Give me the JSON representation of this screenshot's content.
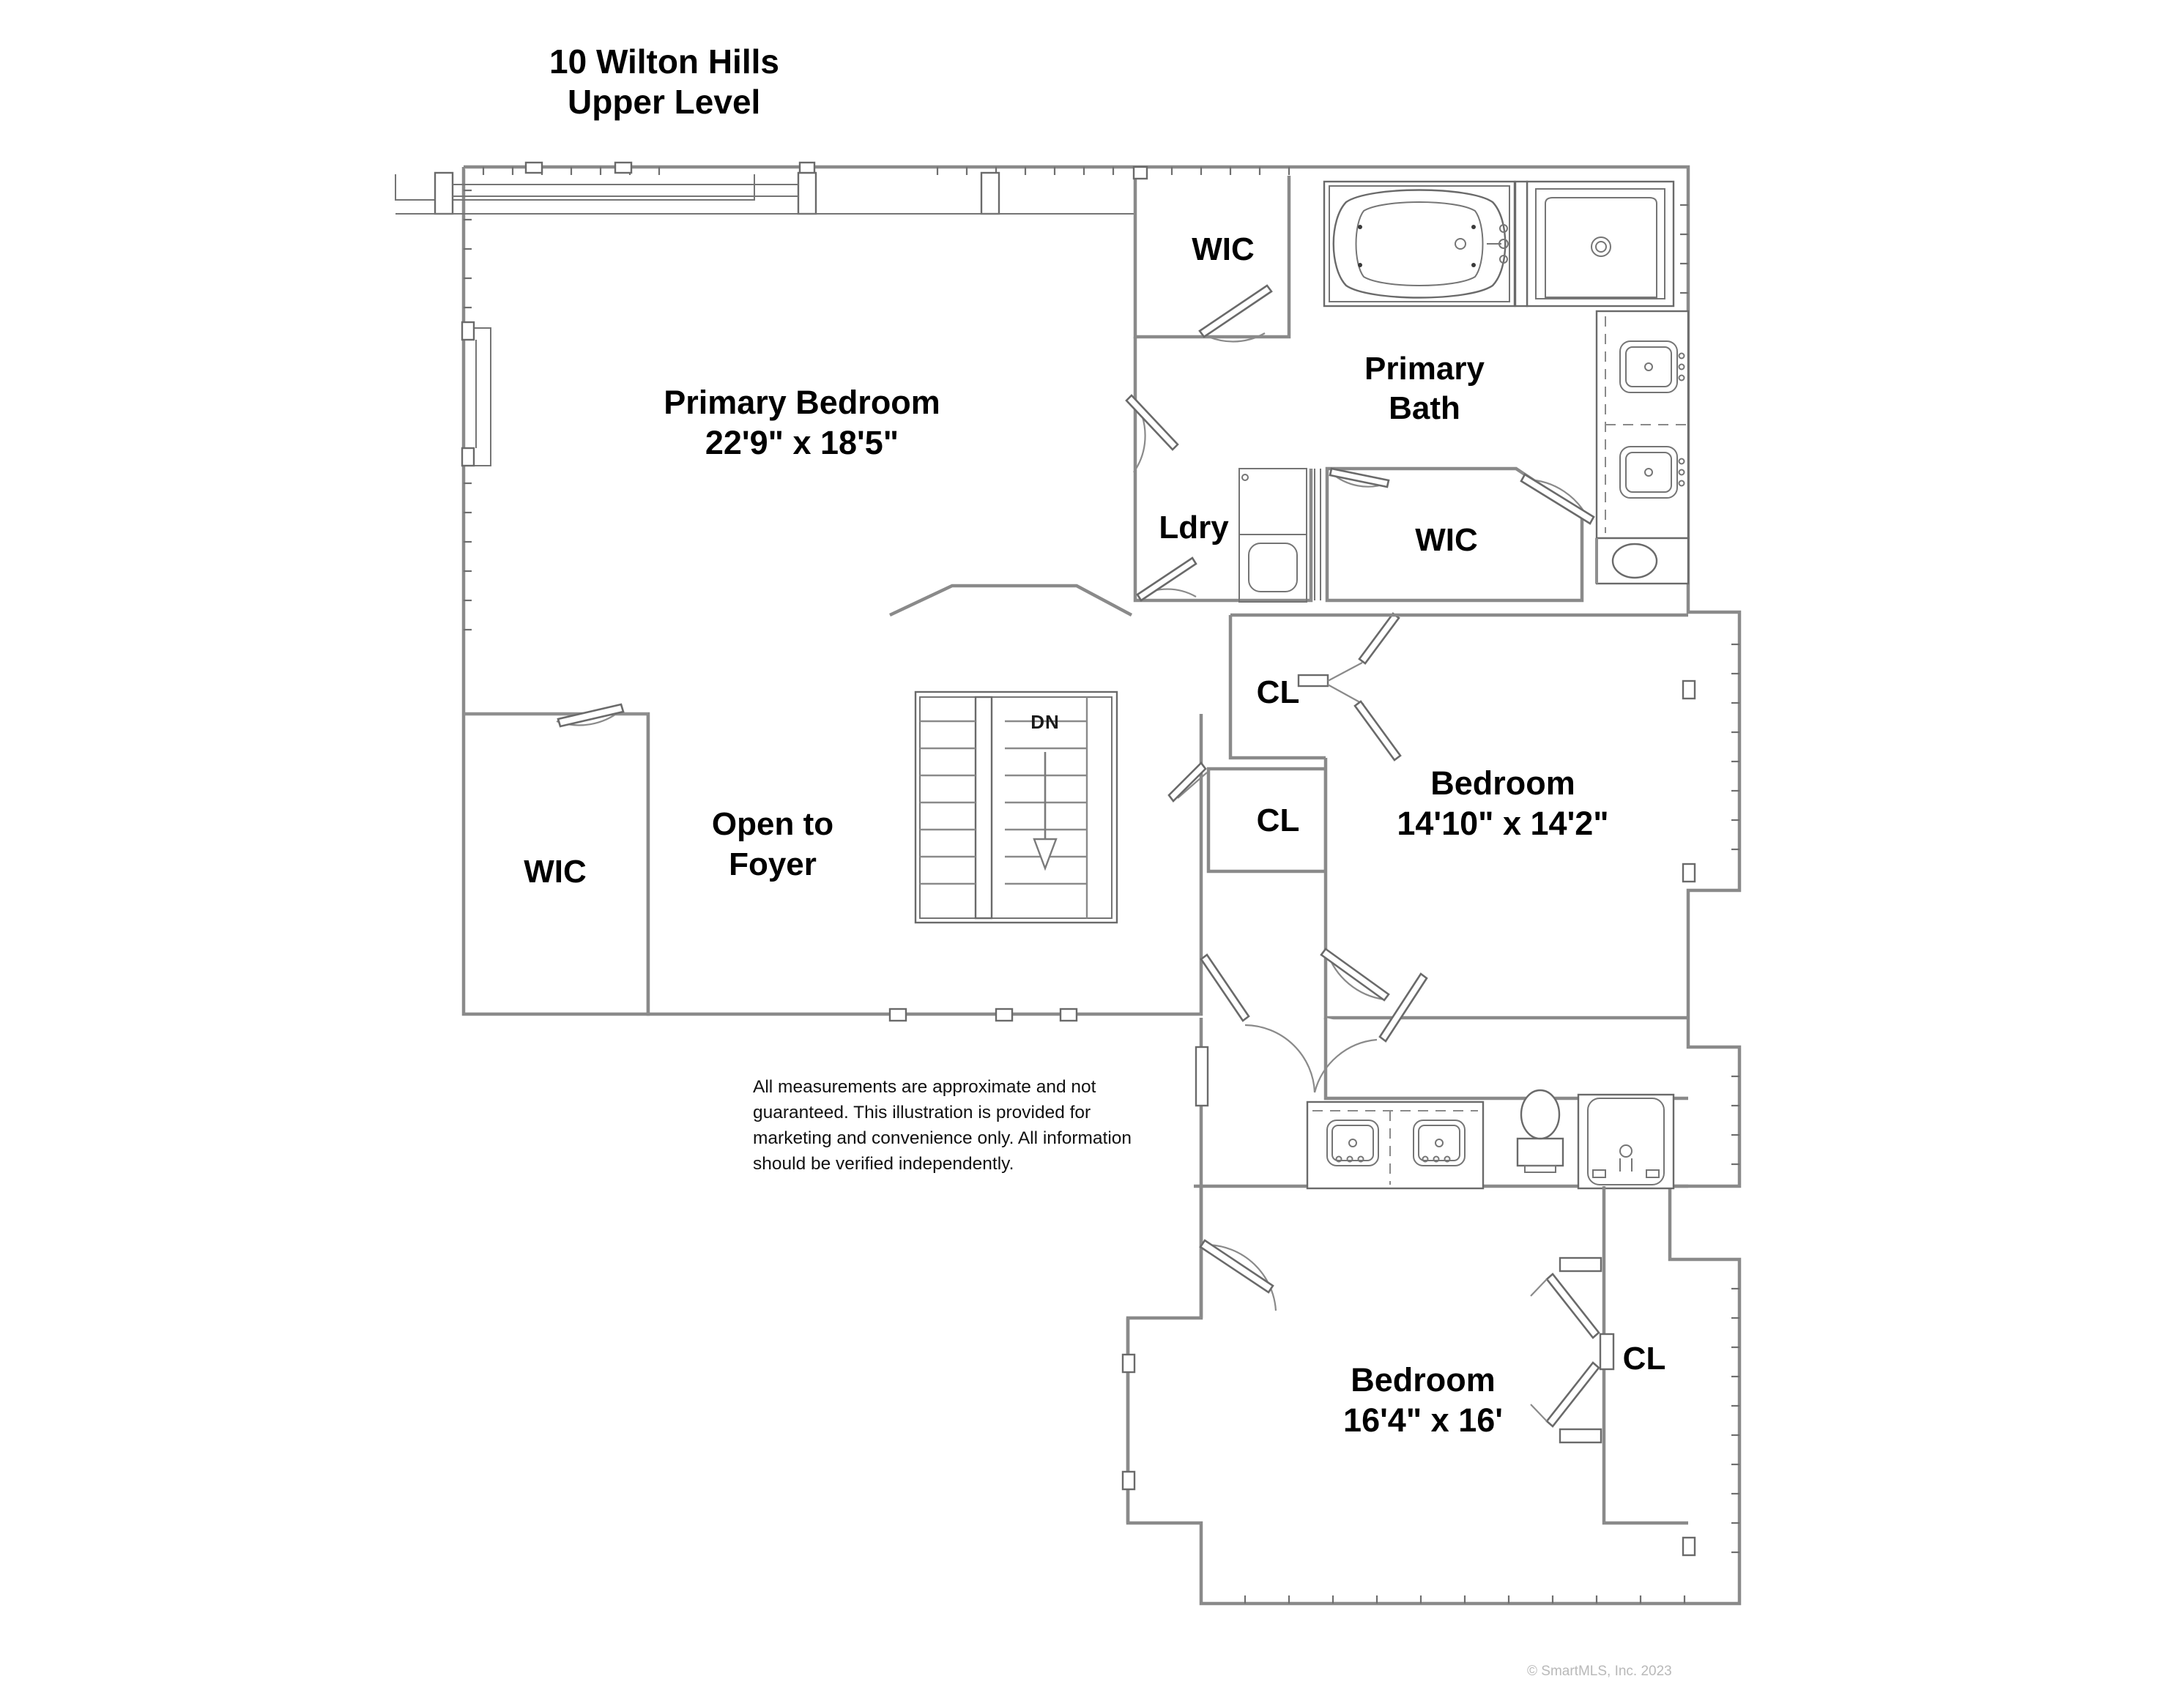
{
  "header": {
    "address": "10 Wilton Hills",
    "level": "Upper Level"
  },
  "rooms": {
    "primary_bedroom": {
      "name": "Primary Bedroom",
      "dimensions": "22'9\" x 18'5\""
    },
    "primary_bath": {
      "name_line1": "Primary",
      "name_line2": "Bath"
    },
    "wic_primary_top": {
      "name": "WIC"
    },
    "wic_primary_bath": {
      "name": "WIC"
    },
    "wic_left": {
      "name": "WIC"
    },
    "laundry": {
      "name": "Ldry"
    },
    "open_to_foyer": {
      "name_line1": "Open to",
      "name_line2": "Foyer"
    },
    "closet_upper": {
      "name": "CL"
    },
    "closet_lower": {
      "name": "CL"
    },
    "closet_bedroom3": {
      "name": "CL"
    },
    "bedroom_2": {
      "name": "Bedroom",
      "dimensions": "14'10\" x 14'2\""
    },
    "bedroom_3": {
      "name": "Bedroom",
      "dimensions": "16'4\" x 16'"
    }
  },
  "stairs": {
    "direction_label": "DN"
  },
  "disclaimer": {
    "line1": "All measurements are approximate and not",
    "line2": "guaranteed. This illustration is provided for",
    "line3": "marketing and convenience only. All information",
    "line4": "should be verified independently."
  },
  "watermark": {
    "text": "© SmartMLS, Inc.   2023"
  },
  "colors": {
    "background": "#ffffff",
    "wall": "#8a8a8a",
    "fixture": "#6a6a6a",
    "text": "#000000",
    "watermark": "#b9b9b9"
  }
}
